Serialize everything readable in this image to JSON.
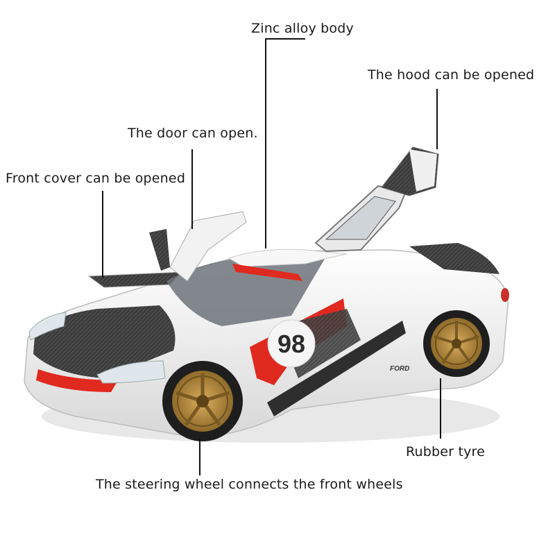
{
  "image": {
    "subject": "white sports car model with number 98",
    "badge_number": "98",
    "brand_text": "FORD",
    "colors": {
      "body": "#f4f4f4",
      "carbon": "#3a3a3a",
      "stripe": "#e0291f",
      "wheel": "#b7893a"
    }
  },
  "callouts": {
    "zinc_alloy_body": "Zinc alloy body",
    "hood_opened": "The hood can be opened",
    "door_open": "The door can open.",
    "front_cover": "Front cover can be opened",
    "rubber_tyre": "Rubber tyre",
    "steering_wheel": "The steering wheel connects the front wheels"
  }
}
